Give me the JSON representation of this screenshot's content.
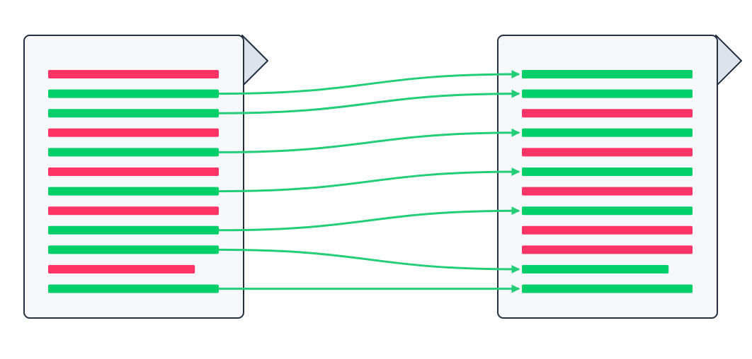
{
  "colors": {
    "background": "#ffffff",
    "page_fill": "#f6f8fb",
    "page_stroke": "#233040",
    "tab_fill": "#dde3ea",
    "kept_line": "#00cf6a",
    "removed_line": "#ff3466",
    "arrow": "#24cd77"
  },
  "documents": [
    {
      "id": "left-document",
      "lines": [
        {
          "status": "removed",
          "length": 1.0
        },
        {
          "status": "kept",
          "length": 1.0
        },
        {
          "status": "kept",
          "length": 1.0
        },
        {
          "status": "removed",
          "length": 1.0
        },
        {
          "status": "kept",
          "length": 1.0
        },
        {
          "status": "removed",
          "length": 1.0
        },
        {
          "status": "kept",
          "length": 1.0
        },
        {
          "status": "removed",
          "length": 1.0
        },
        {
          "status": "kept",
          "length": 1.0
        },
        {
          "status": "kept",
          "length": 1.0
        },
        {
          "status": "removed",
          "length": 0.86
        },
        {
          "status": "kept",
          "length": 1.0
        }
      ]
    },
    {
      "id": "right-document",
      "lines": [
        {
          "status": "kept",
          "length": 1.0
        },
        {
          "status": "kept",
          "length": 1.0
        },
        {
          "status": "removed",
          "length": 1.0
        },
        {
          "status": "kept",
          "length": 1.0
        },
        {
          "status": "removed",
          "length": 1.0
        },
        {
          "status": "kept",
          "length": 1.0
        },
        {
          "status": "removed",
          "length": 1.0
        },
        {
          "status": "kept",
          "length": 1.0
        },
        {
          "status": "removed",
          "length": 1.0
        },
        {
          "status": "removed",
          "length": 1.0
        },
        {
          "status": "kept",
          "length": 0.86
        },
        {
          "status": "kept",
          "length": 1.0
        }
      ]
    }
  ],
  "connections": [
    {
      "from_line": 2,
      "to_line": 1
    },
    {
      "from_line": 3,
      "to_line": 2
    },
    {
      "from_line": 5,
      "to_line": 4
    },
    {
      "from_line": 7,
      "to_line": 6
    },
    {
      "from_line": 9,
      "to_line": 8
    },
    {
      "from_line": 10,
      "to_line": 11
    },
    {
      "from_line": 12,
      "to_line": 12
    }
  ]
}
